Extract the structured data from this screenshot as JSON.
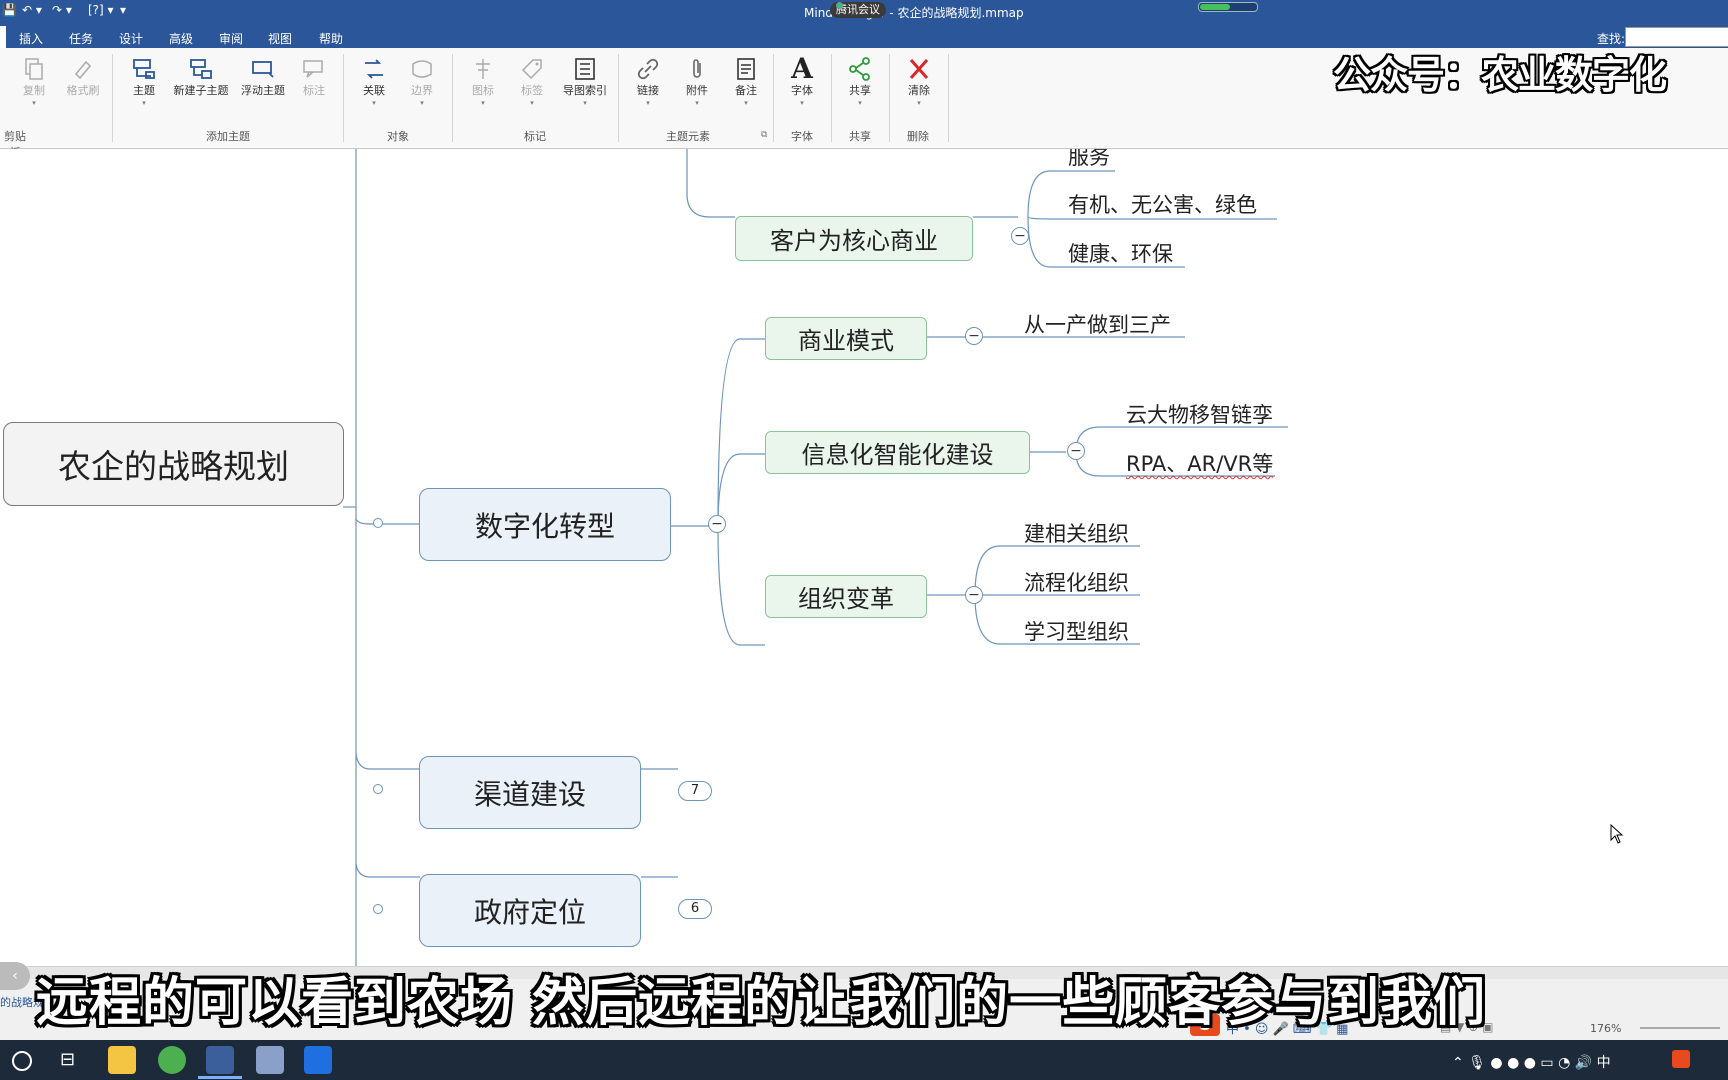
{
  "window": {
    "title": "MindManager - 农企的战略规划.mmap",
    "meeting_badge": "腾讯会议",
    "search_label": "查找:"
  },
  "menu_tabs": [
    "插入",
    "任务",
    "设计",
    "高级",
    "审阅",
    "视图",
    "帮助"
  ],
  "ribbon": {
    "groups": {
      "clipboard": "剪贴板",
      "add_topic": "添加主题",
      "object": "对象",
      "mark": "标记",
      "topic_elements": "主题元素",
      "font": "字体",
      "share": "共享",
      "delete": "删除"
    },
    "buttons": {
      "copy": "复制",
      "format_painter": "格式刷",
      "topic": "主题",
      "new_subtopic": "新建子主题",
      "floating_topic": "浮动主题",
      "callout": "标注",
      "relationship": "关联",
      "boundary": "边界",
      "icon": "图标",
      "tag": "标签",
      "map_index": "导图索引",
      "link": "链接",
      "attachment": "附件",
      "notes": "备注",
      "font": "字体",
      "share": "共享",
      "clear": "清除"
    }
  },
  "watermark": "公众号：农业数字化",
  "mindmap": {
    "central": "农企的战略规划",
    "main_topics": [
      {
        "label": "数字化转型"
      },
      {
        "label": "渠道建设",
        "count": "7"
      },
      {
        "label": "政府定位",
        "count": "6"
      }
    ],
    "customer_core": {
      "label": "客户为核心商业",
      "leaves": [
        "服务",
        "有机、无公害、绿色",
        "健康、环保"
      ]
    },
    "digital_children": [
      {
        "label": "商业模式",
        "leaves": [
          "从一产做到三产"
        ]
      },
      {
        "label": "信息化智能化建设",
        "leaves": [
          "云大物移智链孪",
          "RPA、AR/VR等"
        ]
      },
      {
        "label": "组织变革",
        "leaves": [
          "建相关组织",
          "流程化组织",
          "学习型组织"
        ]
      }
    ],
    "collapse_symbol": "−"
  },
  "subtitle": "远程的可以看到农场 然后远程的让我们的一些顾客参与到我们",
  "status": {
    "doc_tab": "的战略规划",
    "zoom": "176%"
  },
  "colors": {
    "titlebar": "#2b579a",
    "main_fill": "#eaf1f8",
    "sub_fill": "#eaf6ec",
    "line": "#6d94bb"
  }
}
